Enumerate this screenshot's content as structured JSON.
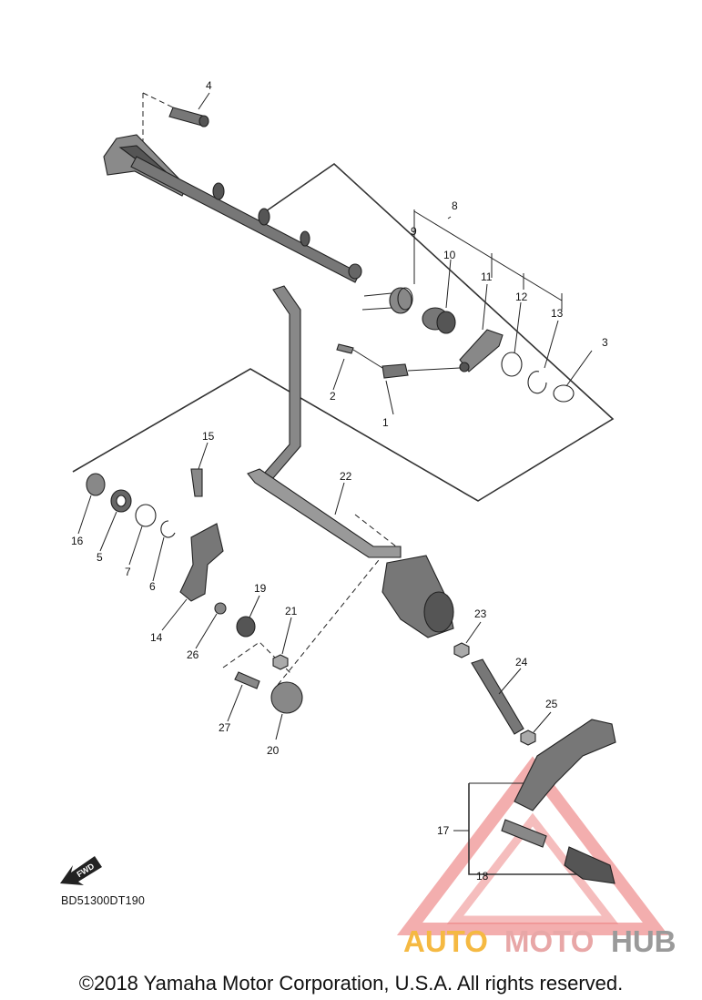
{
  "callouts": [
    {
      "id": "c1",
      "label": "1"
    },
    {
      "id": "c2",
      "label": "2"
    },
    {
      "id": "c3",
      "label": "3"
    },
    {
      "id": "c4",
      "label": "4"
    },
    {
      "id": "c5",
      "label": "5"
    },
    {
      "id": "c6",
      "label": "6"
    },
    {
      "id": "c7",
      "label": "7"
    },
    {
      "id": "c8",
      "label": "8"
    },
    {
      "id": "c9",
      "label": "9"
    },
    {
      "id": "c10",
      "label": "10"
    },
    {
      "id": "c11",
      "label": "11"
    },
    {
      "id": "c12",
      "label": "12"
    },
    {
      "id": "c13",
      "label": "13"
    },
    {
      "id": "c14",
      "label": "14"
    },
    {
      "id": "c15",
      "label": "15"
    },
    {
      "id": "c16",
      "label": "16"
    },
    {
      "id": "c17",
      "label": "17"
    },
    {
      "id": "c18",
      "label": "18"
    },
    {
      "id": "c19",
      "label": "19"
    },
    {
      "id": "c20",
      "label": "20"
    },
    {
      "id": "c21",
      "label": "21"
    },
    {
      "id": "c22",
      "label": "22"
    },
    {
      "id": "c23",
      "label": "23"
    },
    {
      "id": "c24",
      "label": "24"
    },
    {
      "id": "c25",
      "label": "25"
    },
    {
      "id": "c26",
      "label": "26"
    },
    {
      "id": "c27",
      "label": "27"
    }
  ],
  "fwd_label": "FWD",
  "diagram_code": "BD51300DT190",
  "copyright": "©2018 Yamaha Motor Corporation, U.S.A. All rights reserved.",
  "watermark": {
    "part1": "AUTO",
    "part2": "MOTO",
    "part3": "HUB",
    "color1": "#f5b942",
    "color2": "#e8a7a7",
    "color3": "#9a9a9a",
    "triangle_color": "#e23b3b"
  },
  "colors": {
    "line": "#222222",
    "part_fill": "#777777",
    "part_dark": "#444444",
    "background": "#ffffff"
  }
}
